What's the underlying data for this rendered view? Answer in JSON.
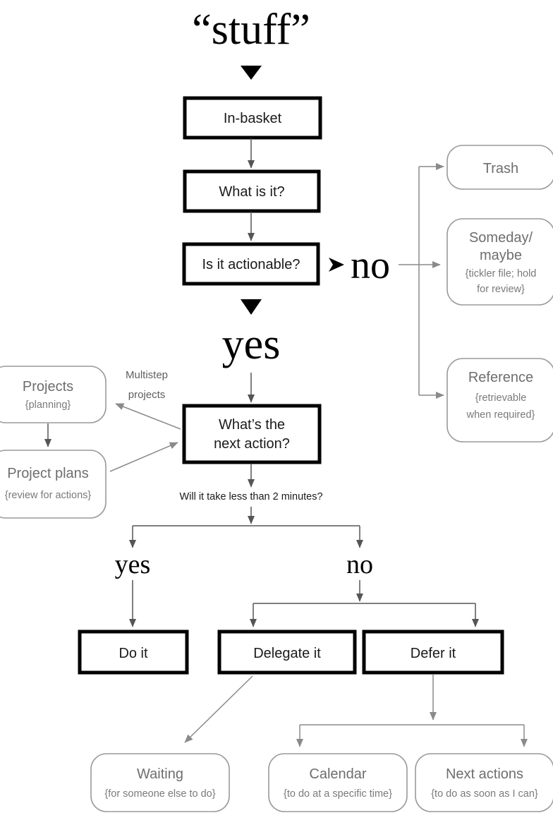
{
  "diagram": {
    "title": "“stuff”",
    "type": "flowchart",
    "process_boxes": [
      {
        "id": "in-basket",
        "label": "In-basket"
      },
      {
        "id": "what-is-it",
        "label": "What is it?"
      },
      {
        "id": "is-it-actionable",
        "label": "Is it actionable?"
      },
      {
        "id": "next-action",
        "label_line1": "What’s the",
        "label_line2": "next action?"
      },
      {
        "id": "do-it",
        "label": "Do it"
      },
      {
        "id": "delegate-it",
        "label": "Delegate it"
      },
      {
        "id": "defer-it",
        "label": "Defer it"
      }
    ],
    "outcome_boxes": [
      {
        "id": "trash",
        "label": "Trash",
        "sub": ""
      },
      {
        "id": "someday-maybe",
        "label_line1": "Someday/",
        "label_line2": "maybe",
        "sub_line1": "{tickler file; hold",
        "sub_line2": "for review}"
      },
      {
        "id": "reference",
        "label": "Reference",
        "sub_line1": "{retrievable",
        "sub_line2": "when required}"
      },
      {
        "id": "projects",
        "label": "Projects",
        "sub": "{planning}"
      },
      {
        "id": "project-plans",
        "label": "Project plans",
        "sub": "{review for actions}"
      },
      {
        "id": "waiting",
        "label": "Waiting",
        "sub": "{for someone else to do}"
      },
      {
        "id": "calendar",
        "label": "Calendar",
        "sub": "{to do at a specific time}"
      },
      {
        "id": "next-actions",
        "label": "Next actions",
        "sub": "{to do as soon as I can}"
      }
    ],
    "decision_labels": {
      "actionable_no": "no",
      "actionable_yes": "yes",
      "two_minute_question": "Will it take less than 2 minutes?",
      "two_minute_yes": "yes",
      "two_minute_no": "no",
      "multistep_note_line1": "Multistep",
      "multistep_note_line2": "projects"
    },
    "colors": {
      "background": "#ffffff",
      "hard_stroke": "#000000",
      "hard_text": "#1a1a1a",
      "soft_stroke": "#9a9a9a",
      "soft_text": "#6e6e6e",
      "sub_text": "#7a7a7a",
      "arrow": "#555555",
      "gray_arrow": "#8a8a8a",
      "note_text": "#5f5f5f"
    }
  }
}
